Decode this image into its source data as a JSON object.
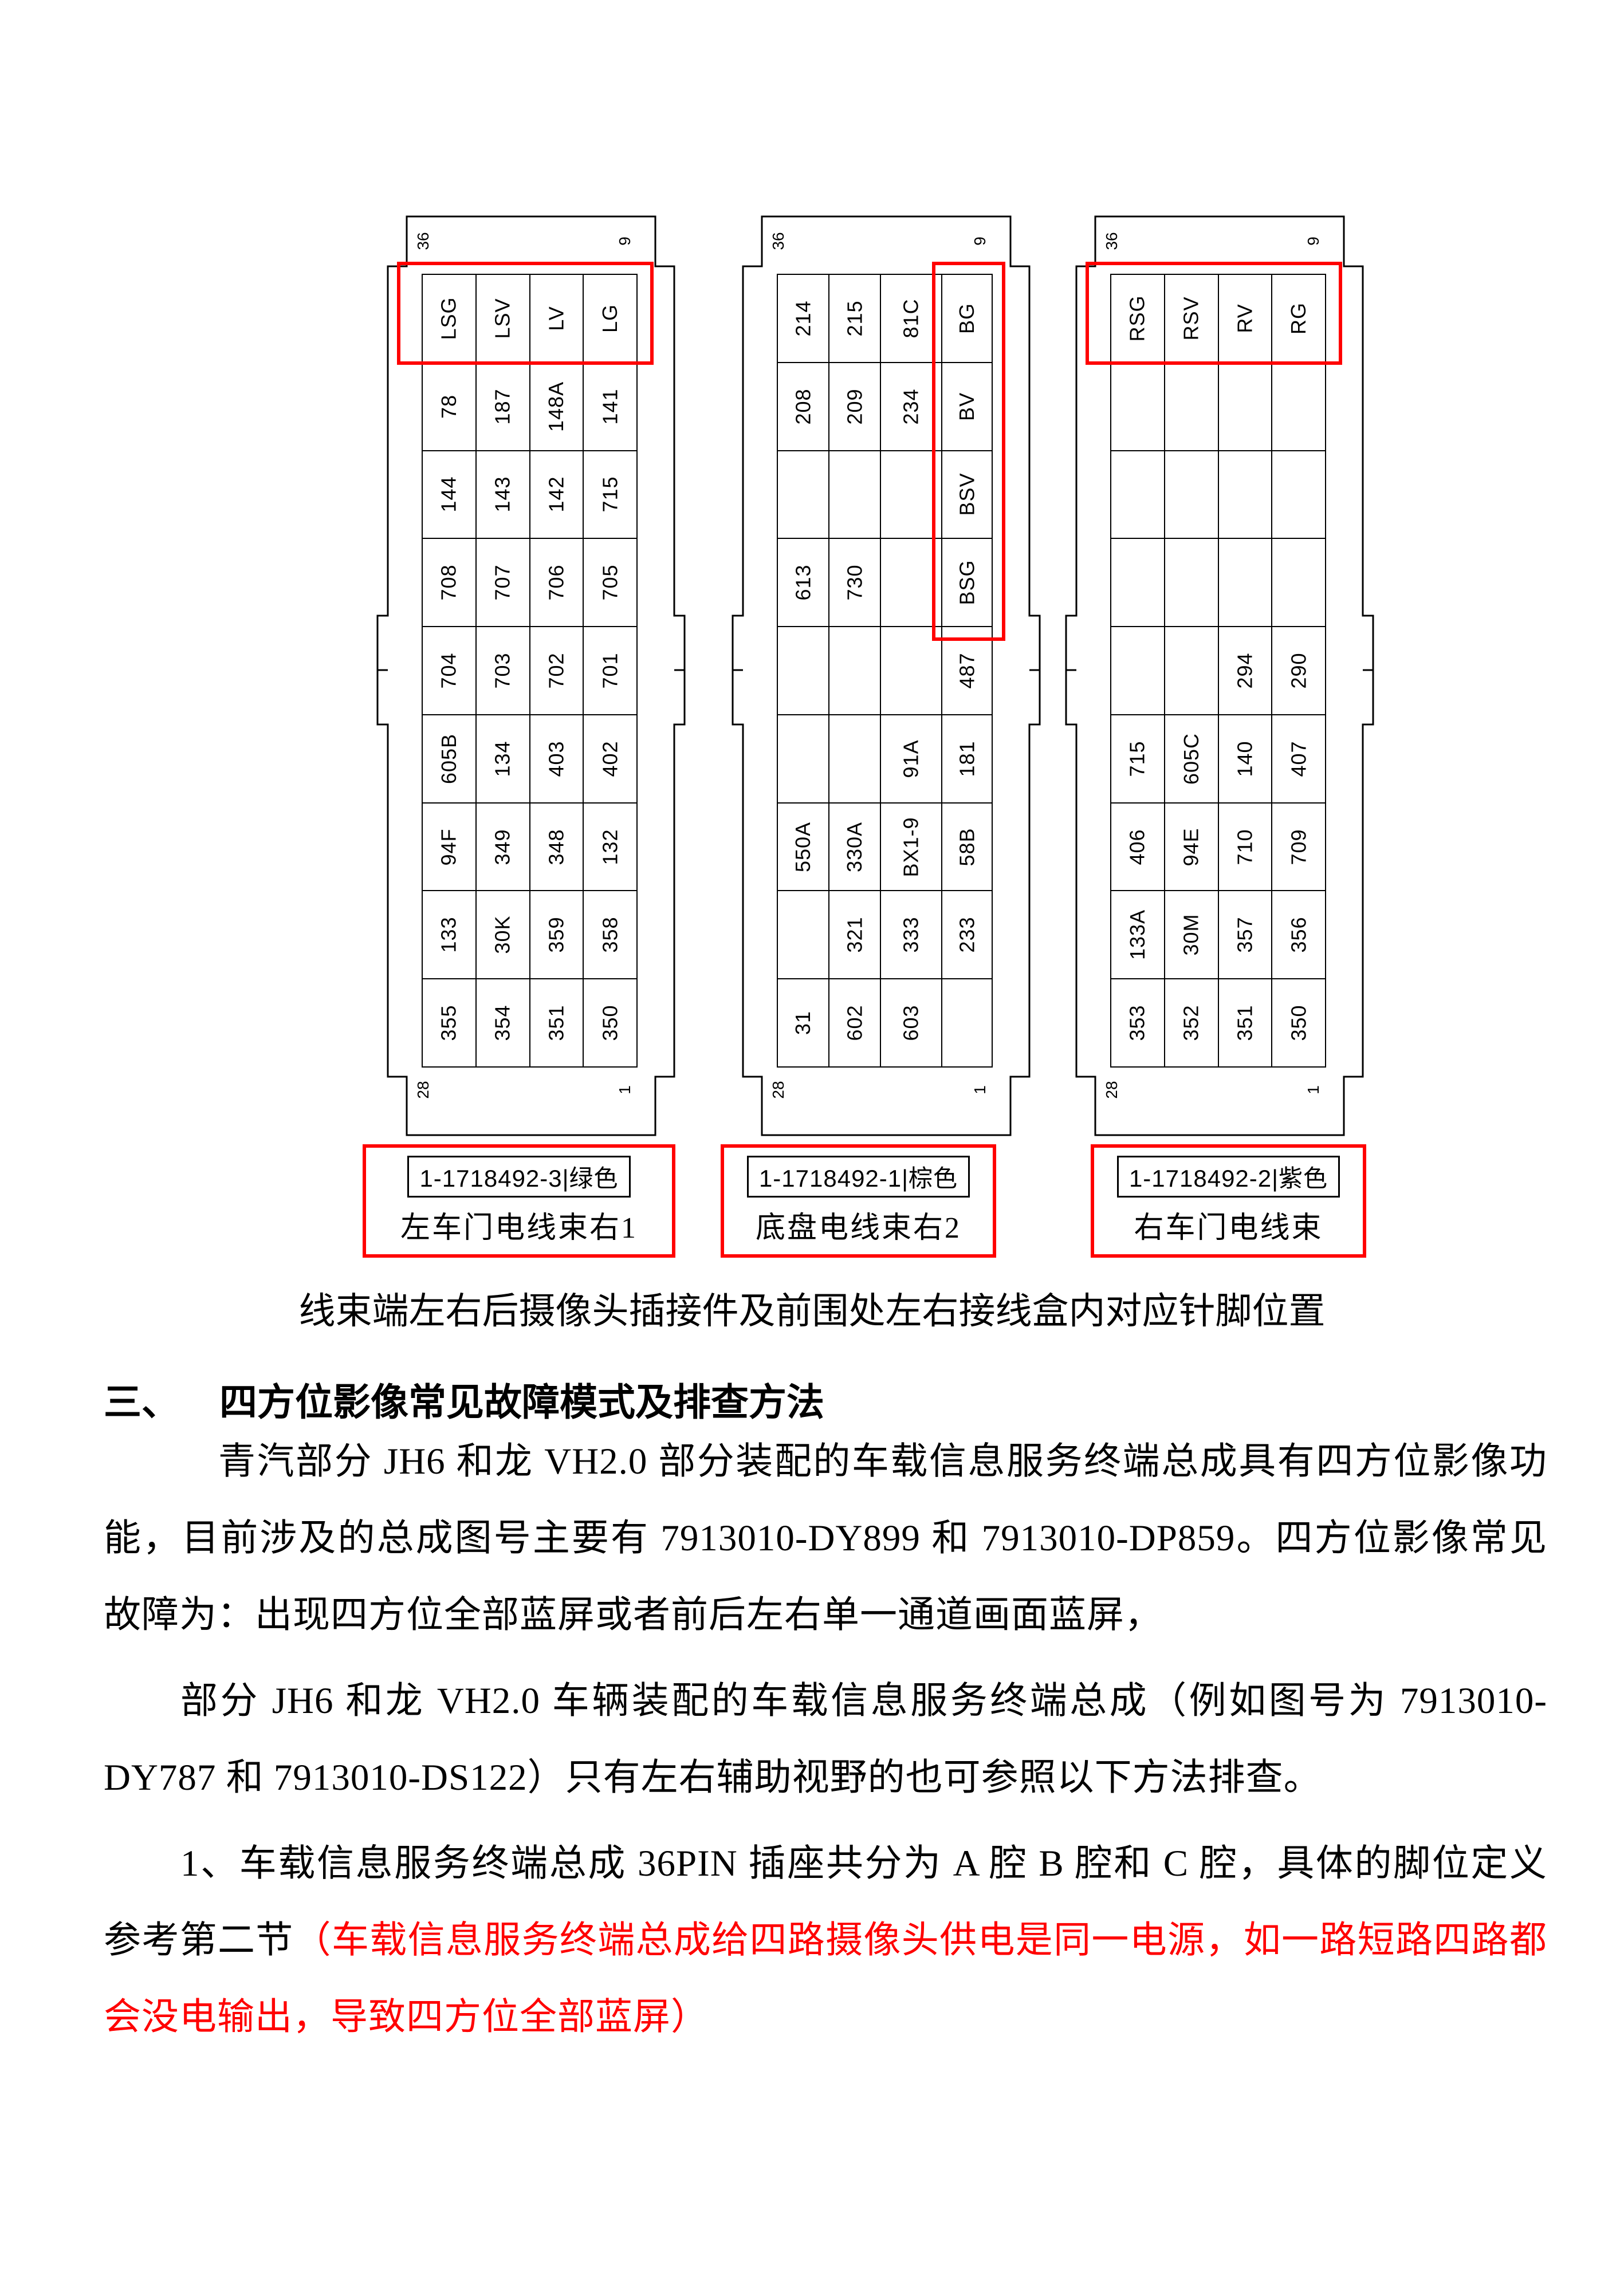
{
  "colors": {
    "highlight_red": "#ff0000",
    "body_text": "#000000"
  },
  "text": {
    "caption": "线束端左右后摄像头插接件及前围处左右接线盒内对应针脚位置",
    "heading_num": "三、",
    "heading": "四方位影像常见故障模式及排查方法",
    "para1": "青汽部分 JH6 和龙 VH2.0 部分装配的车载信息服务终端总成具有四方位影像功能，目前涉及的总成图号主要有 7913010-DY899 和 7913010-DP859。四方位影像常见故障为：出现四方位全部蓝屏或者前后左右单一通道画面蓝屏，",
    "para2": "部分 JH6 和龙 VH2.0 车辆装配的车载信息服务终端总成（例如图号为 7913010-DY787 和 7913010-DS122）只有左右辅助视野的也可参照以下方法排查。",
    "para3_black": "1、车载信息服务终端总成 36PIN 插座共分为 A 腔 B 腔和 C 腔，具体的脚位定义参考第二节",
    "para3_red": "（车载信息服务终端总成给四路摄像头供电是同一电源，如一路短路四路都会没电输出，导致四方位全部蓝屏）"
  },
  "connectors": [
    {
      "part_label": "1-1718492-3|绿色",
      "name_label": "左车门电线束右1",
      "corners": {
        "tl": "36",
        "tr": "9",
        "bl": "28",
        "br": "1"
      },
      "rows": [
        [
          "LSG",
          "LSV",
          "LV",
          "LG"
        ],
        [
          "78",
          "187",
          "148A",
          "141"
        ],
        [
          "144",
          "143",
          "142",
          "715"
        ],
        [
          "708",
          "707",
          "706",
          "705"
        ],
        [
          "704",
          "703",
          "702",
          "701"
        ],
        [
          "605B",
          "134",
          "403",
          "402"
        ],
        [
          "94F",
          "349",
          "348",
          "132"
        ],
        [
          "133",
          "30K",
          "359",
          "358"
        ],
        [
          "355",
          "354",
          "351",
          "350"
        ]
      ],
      "highlight": "row-1"
    },
    {
      "part_label": "1-1718492-1|棕色",
      "name_label": "底盘电线束右2",
      "corners": {
        "tl": "36",
        "tr": "9",
        "bl": "28",
        "br": "1"
      },
      "rows": [
        [
          "214",
          "215",
          "81C",
          "BG"
        ],
        [
          "208",
          "209",
          "234",
          "BV"
        ],
        [
          "",
          "",
          "",
          "BSV"
        ],
        [
          "613",
          "730",
          "",
          "BSG"
        ],
        [
          "",
          "",
          "",
          "487"
        ],
        [
          "",
          "",
          "91A",
          "181"
        ],
        [
          "550A",
          "330A",
          "BX1-9",
          "58B"
        ],
        [
          "",
          "321",
          "333",
          "233"
        ],
        [
          "31",
          "602",
          "603",
          ""
        ]
      ],
      "highlight": "column-4-rows-1-4"
    },
    {
      "part_label": "1-1718492-2|紫色",
      "name_label": "右车门电线束",
      "corners": {
        "tl": "36",
        "tr": "9",
        "bl": "28",
        "br": "1"
      },
      "rows": [
        [
          "RSG",
          "RSV",
          "RV",
          "RG"
        ],
        [
          "",
          "",
          "",
          ""
        ],
        [
          "",
          "",
          "",
          ""
        ],
        [
          "",
          "",
          "",
          ""
        ],
        [
          "",
          "",
          "294",
          "290"
        ],
        [
          "715",
          "605C",
          "140",
          "407"
        ],
        [
          "406",
          "94E",
          "710",
          "709"
        ],
        [
          "133A",
          "30M",
          "357",
          "356"
        ],
        [
          "353",
          "352",
          "351",
          "350"
        ]
      ],
      "highlight": "row-1"
    }
  ]
}
